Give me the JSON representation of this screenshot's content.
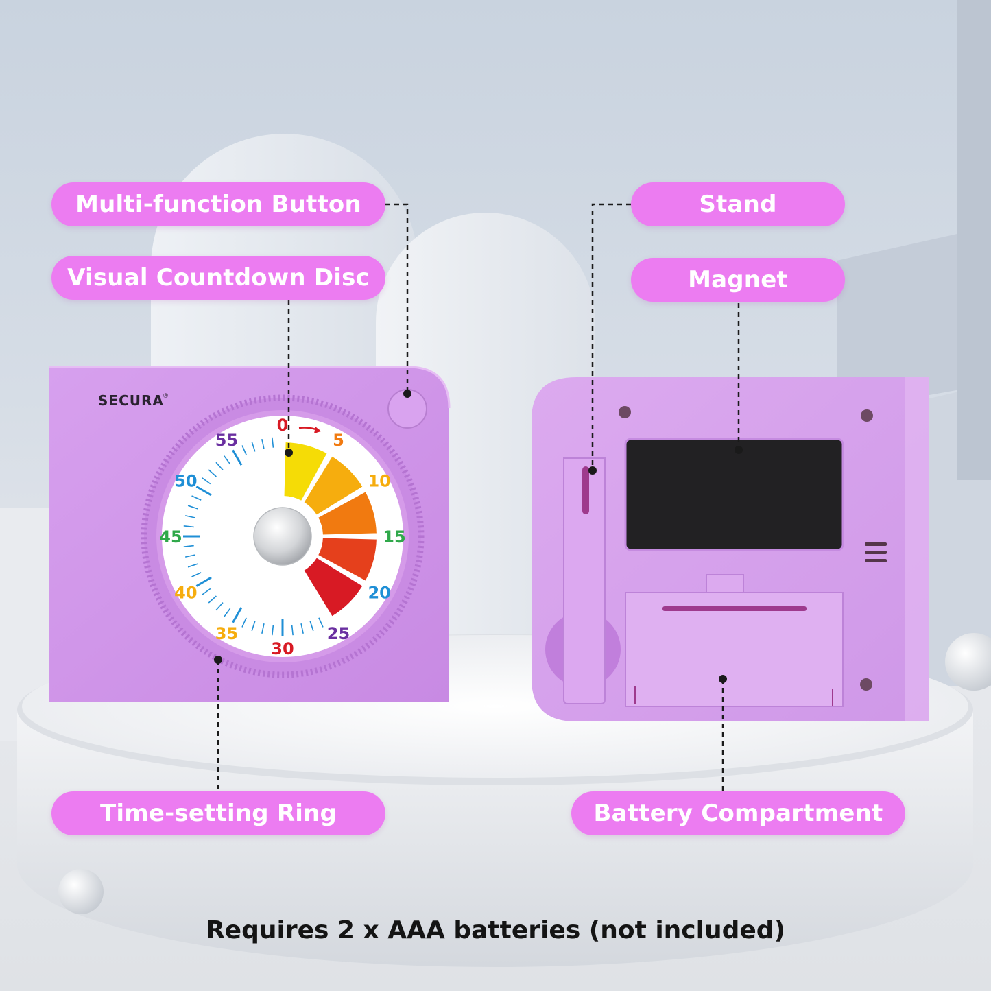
{
  "labels": {
    "multi_function_button": "Multi-function Button",
    "visual_countdown_disc": "Visual Countdown Disc",
    "time_setting_ring": "Time-setting Ring",
    "stand": "Stand",
    "magnet": "Magnet",
    "battery_compartment": "Battery Compartment"
  },
  "brand": "SECURA",
  "brand_mark": "®",
  "dial_numbers": [
    "0",
    "5",
    "10",
    "15",
    "20",
    "25",
    "30",
    "35",
    "40",
    "45",
    "50",
    "55"
  ],
  "footer_note": "Requires 2 x AAA batteries (not included)",
  "colors": {
    "pill": "#ec7cf1",
    "timer_body": "#d8a2ee",
    "countdown_segments": [
      "#f5dc06",
      "#f6ad0e",
      "#f17a10",
      "#e5401c",
      "#d81a24"
    ]
  }
}
